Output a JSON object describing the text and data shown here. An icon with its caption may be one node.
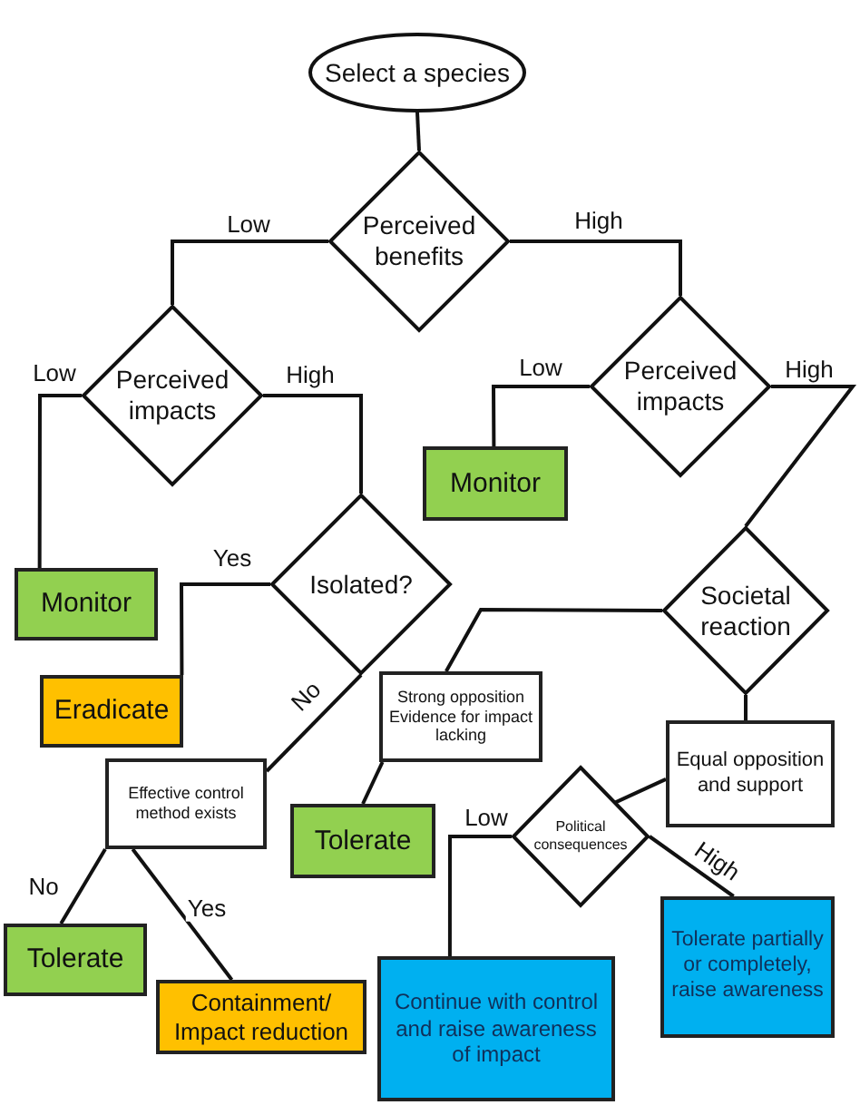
{
  "diagram": {
    "nodes": [
      {
        "text": [
          "Select a species"
        ]
      },
      {
        "text": [
          "Perceived benefits"
        ]
      },
      {
        "text": [
          "Perceived impacts"
        ]
      },
      {
        "text": [
          "Perceived impacts"
        ]
      },
      {
        "text": [
          "Monitor"
        ]
      },
      {
        "text": [
          "Monitor"
        ]
      },
      {
        "text": [
          "Isolated?"
        ]
      },
      {
        "text": [
          "Eradicate"
        ]
      },
      {
        "text": [
          "Societal reaction"
        ]
      },
      {
        "text": [
          "Strong opposition Evidence for impact lacking"
        ]
      },
      {
        "text": [
          "Effective control method exists"
        ]
      },
      {
        "text": [
          "Tolerate"
        ]
      },
      {
        "text": [
          "Equal opposition and support"
        ]
      },
      {
        "text": [
          "Political consequences"
        ]
      },
      {
        "text": [
          "Tolerate"
        ]
      },
      {
        "text": [
          "Containment/ Impact reduction"
        ]
      },
      {
        "text": [
          "Tolerate partially or completely, raise awareness"
        ]
      },
      {
        "text": [
          "Continue with control and raise awareness of impact"
        ]
      }
    ],
    "edges": [
      {
        "from": 0,
        "to": 1,
        "arrow": "none"
      },
      {
        "from": 1,
        "to": 2,
        "arrow": "none",
        "label": "Low"
      },
      {
        "from": 1,
        "to": 3,
        "arrow": "none",
        "label": "High"
      },
      {
        "from": 2,
        "to": 5,
        "arrow": "none",
        "label": "Low"
      },
      {
        "from": 2,
        "to": 6,
        "arrow": "none",
        "label": "High"
      },
      {
        "from": 3,
        "to": 4,
        "arrow": "none",
        "label": "Low"
      },
      {
        "from": 3,
        "to": 8,
        "arrow": "none",
        "label": "High"
      },
      {
        "from": 6,
        "to": 7,
        "arrow": "none",
        "label": "Yes"
      },
      {
        "from": 6,
        "to": 10,
        "arrow": "none",
        "label": "No"
      },
      {
        "from": 8,
        "to": 9,
        "arrow": "none"
      },
      {
        "from": 8,
        "to": 12,
        "arrow": "none"
      },
      {
        "from": 9,
        "to": 11,
        "arrow": "none"
      },
      {
        "from": 10,
        "to": 14,
        "arrow": "none",
        "label": "No"
      },
      {
        "from": 10,
        "to": 15,
        "arrow": "none",
        "label": "Yes"
      },
      {
        "from": 12,
        "to": 13,
        "arrow": "none"
      },
      {
        "from": 13,
        "to": 17,
        "arrow": "none",
        "label": "Low"
      },
      {
        "from": 13,
        "to": 16,
        "arrow": "none",
        "label": "High"
      }
    ]
  }
}
